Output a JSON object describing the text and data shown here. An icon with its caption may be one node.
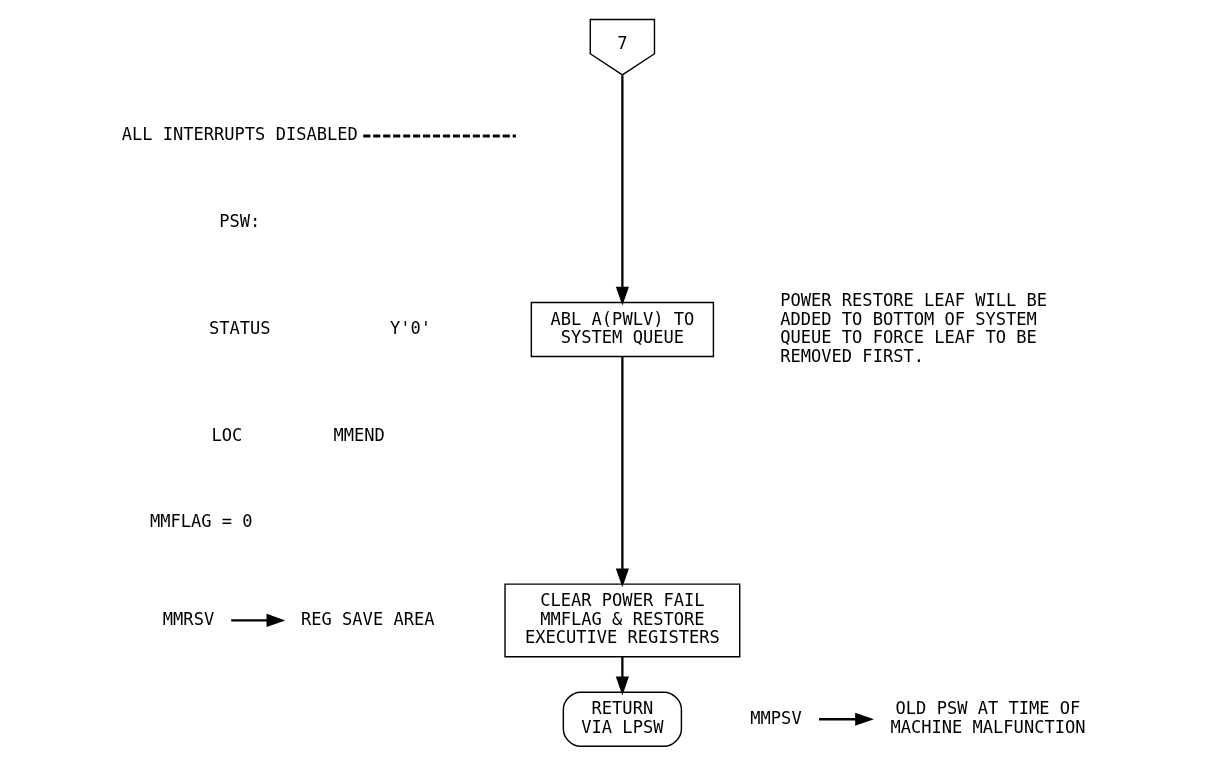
{
  "diagram": {
    "nodes": [
      {
        "text": [
          "7"
        ]
      },
      {
        "text": [
          "ABL A(PWLV) TO SYSTEM QUEUE"
        ],
        "beside": [
          "POWER RESTORE LEAF WILL BE ADDED TO BOTTOM OF SYSTEM QUEUE TO FORCE LEAF TO BE REMOVED FIRST."
        ]
      },
      {
        "text": [
          "CLEAR POWER FAIL MMFLAG & RESTORE EXECUTIVE REGISTERS"
        ]
      },
      {
        "text": [
          "RETURN VIA LPSW"
        ]
      },
      {
        "text": [
          "MMRSV"
        ]
      },
      {
        "text": [
          "REG SAVE AREA"
        ]
      },
      {
        "text": [
          "MMPSV"
        ]
      },
      {
        "text": [
          "OLD PSW AT TIME OF MACHINE MALFUNCTION"
        ]
      },
      {
        "text": [
          "ALL INTERRUPTS DISABLED"
        ]
      }
    ],
    "edges": [
      {
        "from": 0,
        "to": 1,
        "arrow": "to"
      },
      {
        "from": 1,
        "to": 2,
        "arrow": "to"
      },
      {
        "from": 2,
        "to": 3,
        "arrow": "to"
      },
      {
        "from": 4,
        "to": 5,
        "arrow": "to"
      },
      {
        "from": 6,
        "to": 7,
        "arrow": "to"
      },
      {
        "from": 8,
        "to": null,
        "arrow": "none",
        "style": "dashed"
      }
    ],
    "labels": [
      "PSW:",
      "STATUS",
      "Y'0'",
      "LOC",
      "MMEND",
      "MMFLAG = 0"
    ]
  }
}
